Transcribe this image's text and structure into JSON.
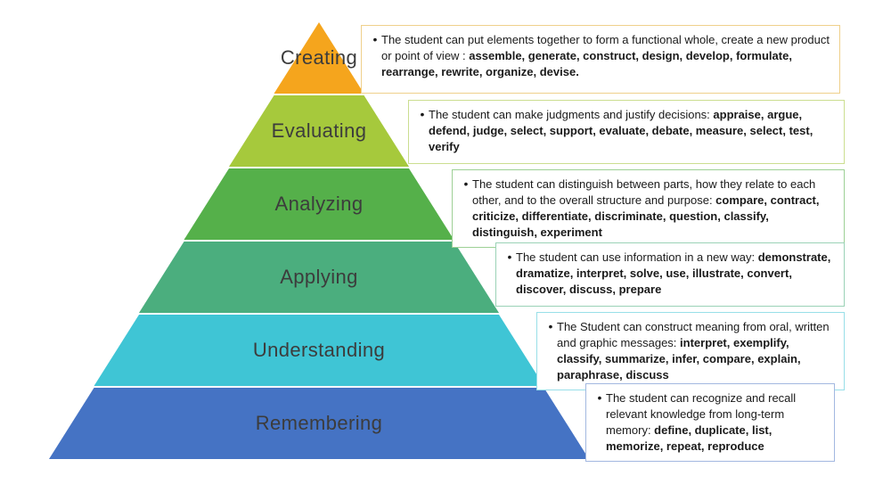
{
  "ui": {
    "bullet": "•"
  },
  "levels": [
    {
      "label": "Creating",
      "color": "#F5A51D",
      "box_border": "#EFD08B",
      "description": "The student can put elements together to form a functional whole, create a new product or point of view : ",
      "verbs": "assemble, generate, construct, design, develop, formulate, rearrange, rewrite, organize, devise."
    },
    {
      "label": "Evaluating",
      "color": "#A6C93C",
      "box_border": "#CBDE90",
      "description": "The student can make judgments and justify decisions: ",
      "verbs": "appraise, argue, defend, judge, select, support, evaluate, debate, measure, select, test, verify"
    },
    {
      "label": "Analyzing",
      "color": "#55B04A",
      "box_border": "#9DD095",
      "description": "The student can distinguish between parts, how they relate to each other, and to the overall structure and purpose: ",
      "verbs": "compare, contract, criticize, differentiate, discriminate, question, classify, distinguish, experiment"
    },
    {
      "label": "Applying",
      "color": "#4BAE7E",
      "box_border": "#9AD2B6",
      "description": "The student can use information in a new way: ",
      "verbs": "demonstrate, dramatize, interpret, solve, use, illustrate, convert, discover, discuss, prepare"
    },
    {
      "label": "Understanding",
      "color": "#3FC5D5",
      "box_border": "#98DFE8",
      "description": "The Student can construct meaning from oral, written and graphic messages: ",
      "verbs": "interpret, exemplify, classify, summarize, infer, compare, explain, paraphrase, discuss"
    },
    {
      "label": "Remembering",
      "color": "#4573C4",
      "box_border": "#A3B8E0",
      "description": "The student can recognize and recall relevant knowledge from long-term memory: ",
      "verbs": "define, duplicate, list, memorize, repeat, reproduce"
    }
  ]
}
